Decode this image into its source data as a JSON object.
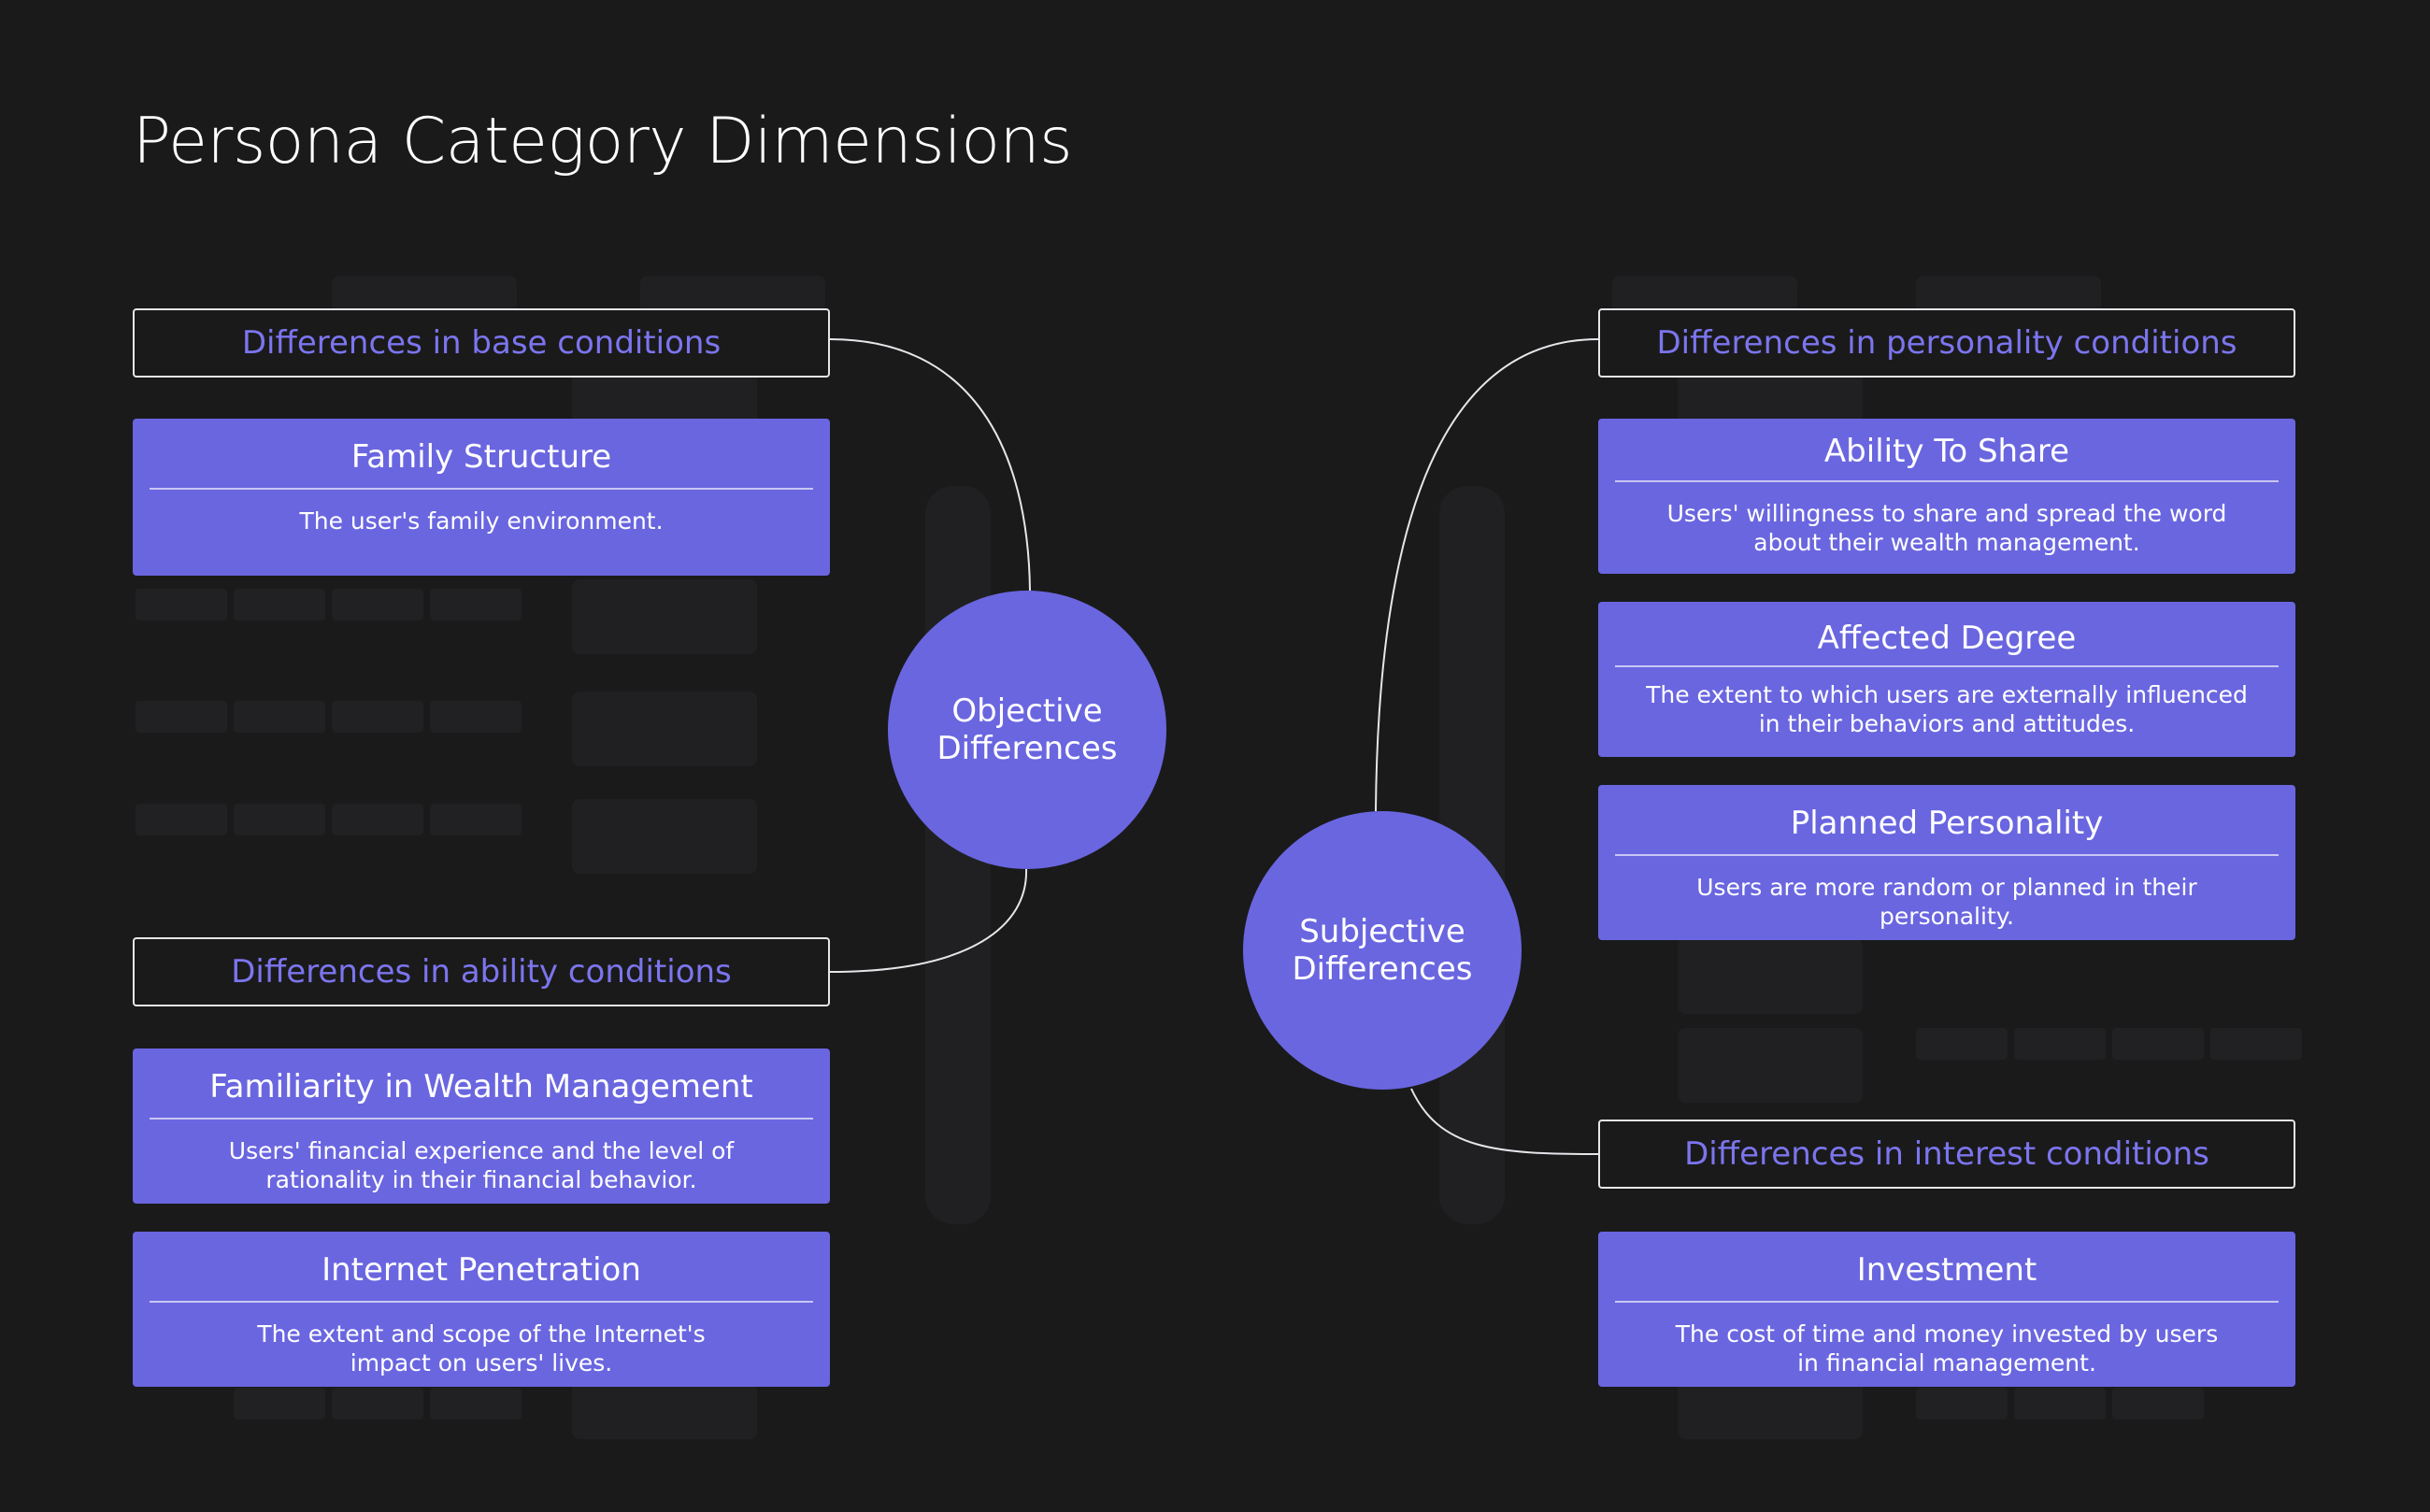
{
  "title": "Persona Category Dimensions",
  "colors": {
    "accent": "#6a66e0",
    "label_text": "#7c75ee",
    "background": "#1a1a1b"
  },
  "left": {
    "hub": {
      "line1": "Objective",
      "line2": "Differences"
    },
    "groups": [
      {
        "header": "Differences in base conditions",
        "cards": [
          {
            "title": "Family Structure",
            "desc": [
              "The user's family environment."
            ]
          }
        ]
      },
      {
        "header": "Differences in ability conditions",
        "cards": [
          {
            "title": "Familiarity in Wealth Management",
            "desc": [
              "Users' financial experience and the level of",
              "rationality in their financial behavior."
            ]
          },
          {
            "title": "Internet Penetration",
            "desc": [
              "The extent and scope of the Internet's",
              "impact on users' lives."
            ]
          }
        ]
      }
    ]
  },
  "right": {
    "hub": {
      "line1": "Subjective",
      "line2": "Differences"
    },
    "groups": [
      {
        "header": "Differences in personality conditions",
        "cards": [
          {
            "title": "Ability To Share",
            "desc": [
              "Users' willingness to share and spread the word",
              "about their wealth management."
            ]
          },
          {
            "title": "Affected Degree",
            "desc": [
              "The extent to which users are externally influenced",
              "in their behaviors and attitudes."
            ]
          },
          {
            "title": "Planned Personality",
            "desc": [
              "Users are more random or planned in their personality."
            ]
          }
        ]
      },
      {
        "header": "Differences in interest conditions",
        "cards": [
          {
            "title": "Investment",
            "desc": [
              "The cost of time and money invested by users",
              "in financial management."
            ]
          }
        ]
      }
    ]
  }
}
